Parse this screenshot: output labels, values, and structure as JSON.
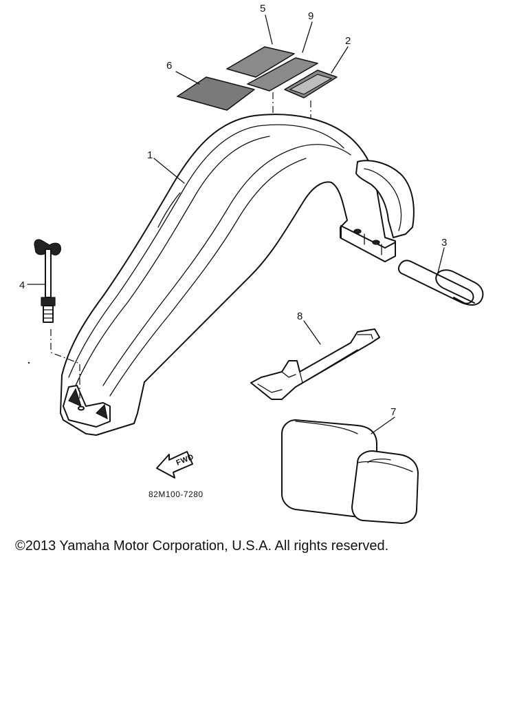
{
  "callouts": {
    "c1": "1",
    "c2": "2",
    "c3": "3",
    "c4": "4",
    "c5": "5",
    "c6": "6",
    "c7": "7",
    "c8": "8",
    "c9": "9"
  },
  "fwd_label": "FWD",
  "part_number": "82M100-7280",
  "copyright": "©2013 Yamaha Motor Corporation, U.S.A. All rights reserved."
}
